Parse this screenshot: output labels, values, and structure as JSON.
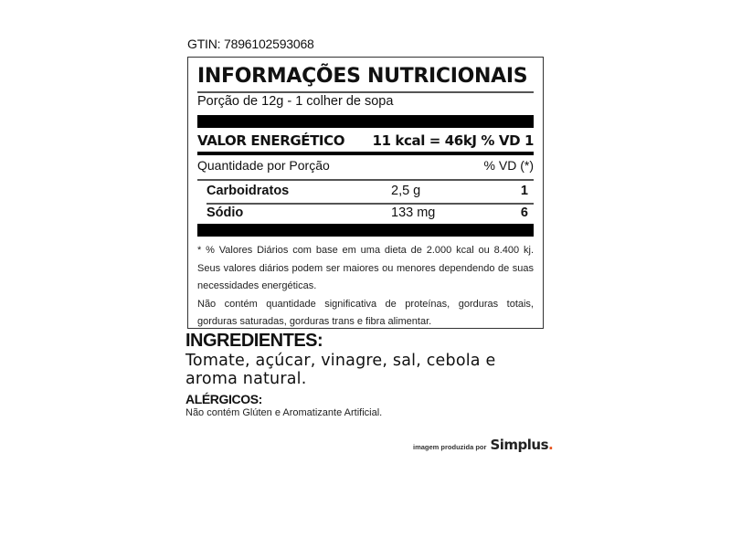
{
  "gtin": "GTIN: 7896102593068",
  "label": {
    "title": "INFORMAÇÕES NUTRICIONAIS",
    "portion": "Porção de 12g - 1 colher de sopa",
    "energy": {
      "label": "VALOR ENERGÉTICO",
      "value": "11 kcal = 46kJ % VD 1"
    },
    "header": {
      "left": "Quantidade por Porção",
      "right": "% VD (*)"
    },
    "rows": [
      {
        "name": "Carboidratos",
        "amount": "2,5 g",
        "vd": "1"
      },
      {
        "name": "Sódio",
        "amount": "133 mg",
        "vd": "6"
      }
    ],
    "footnotes": [
      "* % Valores Diários com base em uma dieta de 2.000 kcal ou 8.400 kj. Seus valores diários podem ser maiores ou menores dependendo de suas necessidades energéticas.",
      "Não contém quantidade significativa de proteínas, gorduras totais, gorduras saturadas, gorduras trans e fibra alimentar."
    ]
  },
  "ingredients": {
    "title": "INGREDIENTES:",
    "text": "Tomate, açúcar, vinagre, sal, cebola e aroma natural."
  },
  "allergens": {
    "title": "ALÉRGICOS:",
    "text": "Não contém Glúten e Aromatizante Artificial."
  },
  "credit": {
    "prefix": "imagem produzida por",
    "brand": "Simplus",
    "dot": ".",
    "accent_color": "#e8541e"
  }
}
